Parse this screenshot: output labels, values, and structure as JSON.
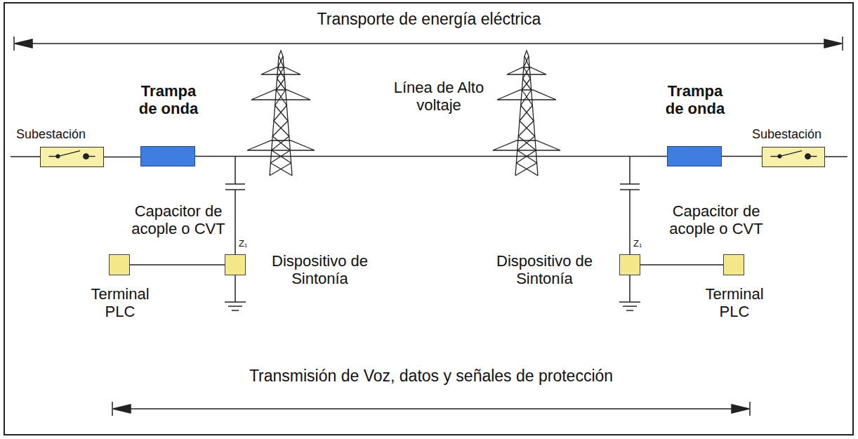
{
  "diagram": {
    "nodes": [
      {
        "text": [
          "Subestación"
        ]
      },
      {
        "text": [
          "Trampa de onda"
        ]
      },
      {
        "text": [
          "Trampa de onda"
        ]
      },
      {
        "text": [
          "Subestación"
        ]
      },
      {
        "text": [
          "Terminal PLC"
        ]
      },
      {
        "text": [
          "Dispositivo de Sintonía"
        ]
      },
      {
        "text": [
          "Dispositivo de Sintonía"
        ]
      },
      {
        "text": [
          "Terminal PLC"
        ]
      }
    ],
    "edges": [
      {
        "from": 0,
        "to": 1,
        "arrow": "none"
      },
      {
        "from": 1,
        "to": 2,
        "arrow": "none",
        "label": "Línea de Alto voltaje"
      },
      {
        "from": 2,
        "to": 3,
        "arrow": "none"
      },
      {
        "from": 4,
        "to": 5,
        "arrow": "none"
      },
      {
        "from": 6,
        "to": 7,
        "arrow": "none"
      }
    ],
    "labels": [
      "Transporte de energía eléctrica",
      "Capacitor de acople o CVT",
      "Capacitor de acople o CVT",
      "Z₁",
      "Z₁",
      "Transmisión de Voz, datos y señales de protección"
    ]
  }
}
